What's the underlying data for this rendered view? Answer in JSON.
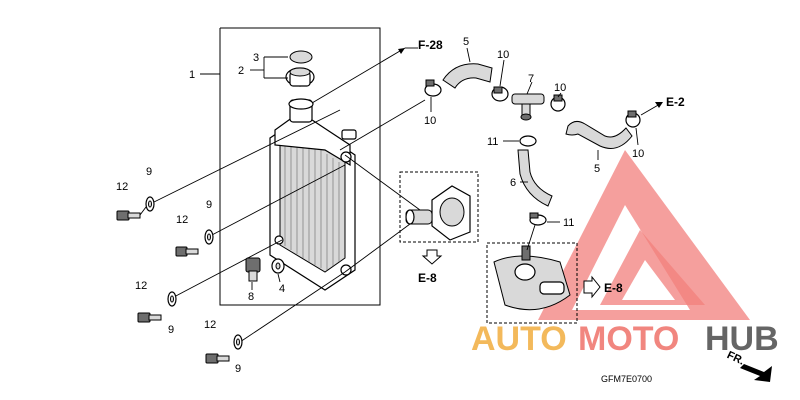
{
  "callouts": {
    "c1": "1",
    "c2": "2",
    "c3": "3",
    "c4": "4",
    "c5a": "5",
    "c5b": "5",
    "c6": "6",
    "c7": "7",
    "c8": "8",
    "c9a": "9",
    "c9b": "9",
    "c9c": "9",
    "c9d": "9",
    "c10a": "10",
    "c10b": "10",
    "c10c": "10",
    "c10d": "10",
    "c11a": "11",
    "c11b": "11",
    "c12a": "12",
    "c12b": "12",
    "c12c": "12",
    "c12d": "12"
  },
  "refs": {
    "f28": "F-28",
    "e2": "E-2",
    "e8a": "E-8",
    "e8b": "E-8"
  },
  "footer": {
    "figure_code": "GFM7E0700",
    "fr_label": "FR."
  },
  "watermark": {
    "part1": "AUTO",
    "part2": "MOTO",
    "part3": "HUB",
    "color_auto": "#f2b24a",
    "color_moto": "#f07a72",
    "color_hub": "#555555",
    "color_logo": "#f06a66"
  }
}
